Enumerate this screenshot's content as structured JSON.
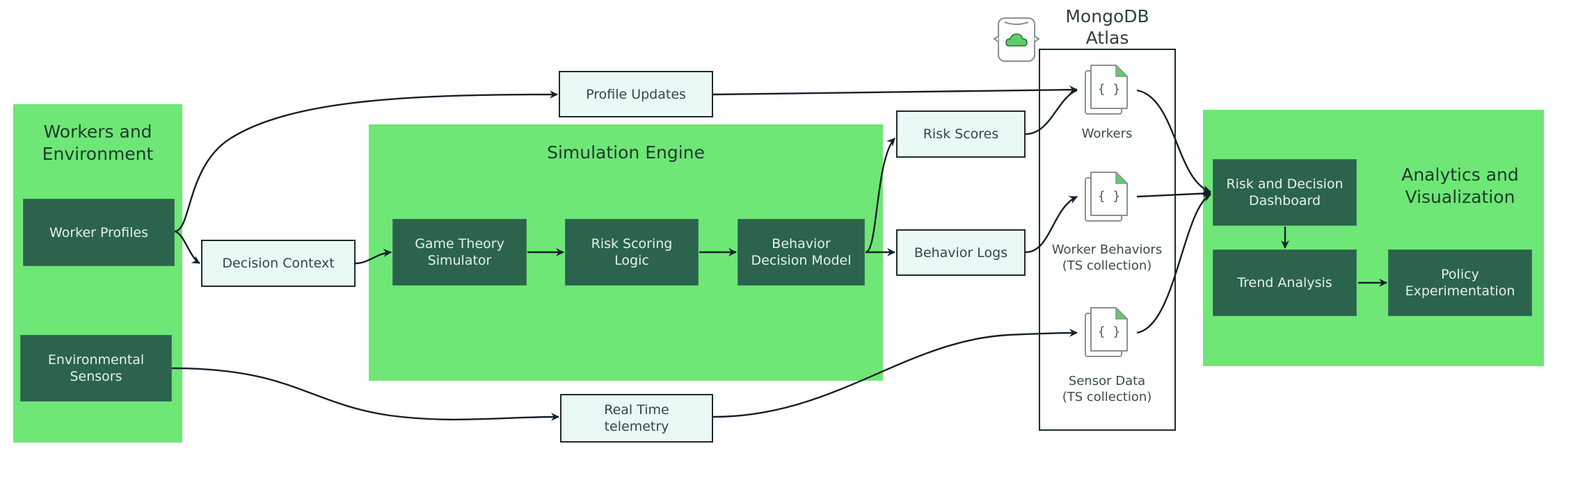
{
  "panels": {
    "workers_env": {
      "title": "Workers and\nEnvironment"
    },
    "simulation": {
      "title": "Simulation Engine"
    },
    "analytics": {
      "title": "Analytics and\nVisualization"
    }
  },
  "nodes": {
    "worker_profiles": "Worker Profiles",
    "environmental_sensors": "Environmental\nSensors",
    "decision_context": "Decision Context",
    "profile_updates": "Profile Updates",
    "real_time_telemetry": "Real Time\ntelemetry",
    "game_theory_simulator": "Game Theory\nSimulator",
    "risk_scoring_logic": "Risk Scoring\nLogic",
    "behavior_decision_model": "Behavior\nDecision Model",
    "risk_scores": "Risk Scores",
    "behavior_logs": "Behavior Logs",
    "risk_decision_dashboard": "Risk and Decision\nDashboard",
    "trend_analysis": "Trend Analysis",
    "policy_experimentation": "Policy\nExperimentation"
  },
  "atlas": {
    "title": "MongoDB\nAtlas",
    "icon": "atlas-cloud-database-icon",
    "collections": [
      {
        "label": "Workers",
        "icon": "json-document-icon"
      },
      {
        "label": "Worker Behaviors\n(TS collection)",
        "icon": "json-document-icon"
      },
      {
        "label": "Sensor Data\n(TS collection)",
        "icon": "json-document-icon"
      }
    ]
  },
  "edges": [
    {
      "from": "Worker Profiles",
      "to": "Profile Updates"
    },
    {
      "from": "Worker Profiles",
      "to": "Decision Context"
    },
    {
      "from": "Decision Context",
      "to": "Game Theory Simulator"
    },
    {
      "from": "Game Theory Simulator",
      "to": "Risk Scoring Logic"
    },
    {
      "from": "Risk Scoring Logic",
      "to": "Behavior Decision Model"
    },
    {
      "from": "Behavior Decision Model",
      "to": "Risk Scores"
    },
    {
      "from": "Behavior Decision Model",
      "to": "Behavior Logs"
    },
    {
      "from": "Profile Updates",
      "to": "Workers"
    },
    {
      "from": "Risk Scores",
      "to": "Workers"
    },
    {
      "from": "Behavior Logs",
      "to": "Worker Behaviors"
    },
    {
      "from": "Environmental Sensors",
      "to": "Real Time telemetry"
    },
    {
      "from": "Real Time telemetry",
      "to": "Sensor Data"
    },
    {
      "from": "Workers",
      "to": "Risk and Decision Dashboard"
    },
    {
      "from": "Worker Behaviors",
      "to": "Risk and Decision Dashboard"
    },
    {
      "from": "Sensor Data",
      "to": "Risk and Decision Dashboard"
    },
    {
      "from": "Risk and Decision Dashboard",
      "to": "Trend Analysis"
    },
    {
      "from": "Trend Analysis",
      "to": "Policy Experimentation"
    }
  ],
  "colors": {
    "panel_green": "#6ee776",
    "node_dark_green": "#2b634c",
    "node_light": "#e8f9f6",
    "edge": "#14202a",
    "accent_green": "#5ccf6a"
  }
}
